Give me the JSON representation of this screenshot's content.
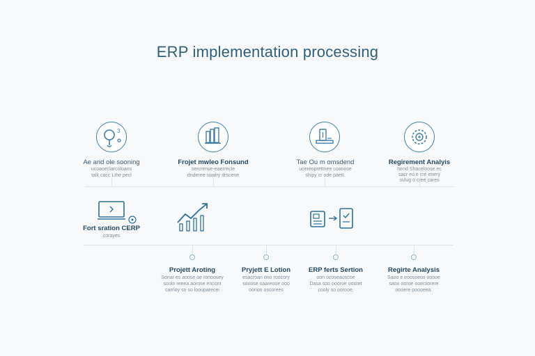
{
  "title": "ERP implementation processing",
  "colors": {
    "accent": "#3c7ea6",
    "title": "#2f5f7c",
    "text": "#24475f",
    "muted": "#7f8d98",
    "line": "#dde5ec"
  },
  "top_row": [
    {
      "icon": "magnifier-gear-icon",
      "title": "Ae arid ole sooning",
      "desc": [
        "ucoaoeclarcoloans",
        "talk cacc Lthe pecl"
      ]
    },
    {
      "icon": "building-chart-icon",
      "title": "Frojet mwleo Fonsund",
      "desc": [
        "sercrerwe-eaerrecle",
        "dnderee swalry drscene"
      ]
    },
    {
      "icon": "server-icon",
      "title": "Tae Ou m omsdend",
      "desc": [
        "ucereoprettnee coanose",
        "shipy cr ode paett."
      ]
    },
    {
      "icon": "gear-cycle-icon",
      "title": "Regirement Analyis",
      "desc": [
        "hend Shaceloose.ec",
        "sacr eo e cre enery",
        "sulug o cree cares"
      ]
    }
  ],
  "middle_row": [
    {
      "icon": "monitor-icon",
      "title": "Fort sration CERP",
      "desc": [
        "corayes"
      ]
    },
    {
      "icon": "growth-chart-icon"
    },
    {
      "icon": "document-transfer-icon"
    }
  ],
  "bottom_row": [
    {
      "title": "Projett Aroting",
      "desc": [
        "Sonar es aoose oe ronoosey",
        "soolo reeea aorose encont",
        "carrloy sn so loouparecei"
      ]
    },
    {
      "title": "Pryjett E Lotion",
      "desc": [
        "esacroan ono roocory",
        "sooose oaareooe ooo",
        "oonoo oscorees"
      ]
    },
    {
      "title": "ERP ferts Sertion",
      "desc": [
        "oon ocooeaoscoe",
        "Dasa soo oooroe oooret",
        "cooly so oorooe."
      ]
    },
    {
      "title": "Regirte Analysis",
      "desc": [
        "Saoo e eoosoeos ooooe",
        "saoo ooroe ooeroorere",
        "oooere poooeea."
      ]
    }
  ]
}
